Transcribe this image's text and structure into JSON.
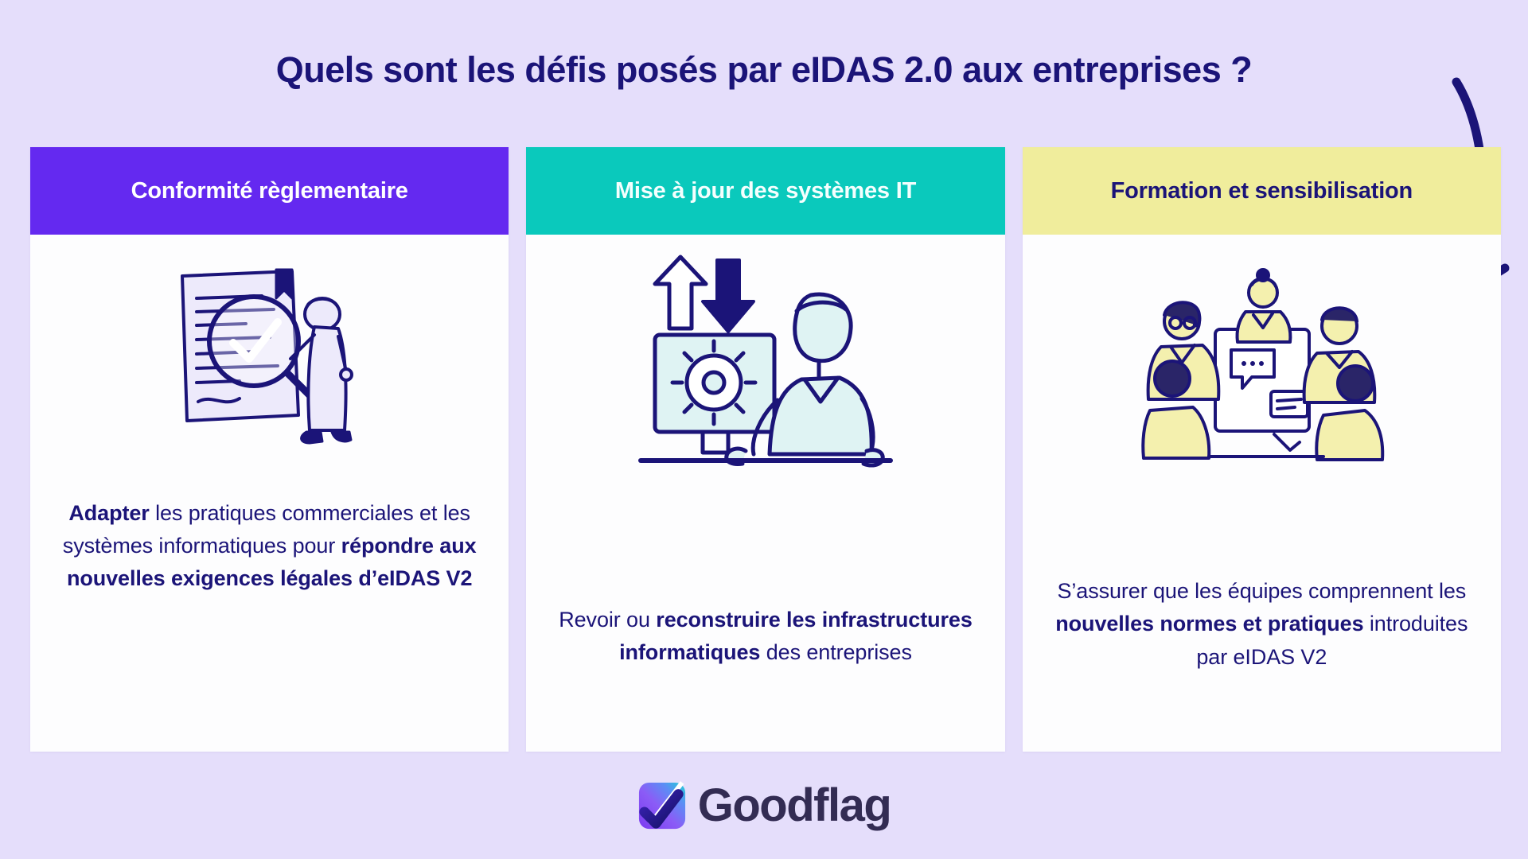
{
  "page": {
    "background_color": "#E5DEFB",
    "title": "Quels sont les défis posés par eIDAS 2.0 aux entreprises ?",
    "title_color": "#1B1478"
  },
  "decorations": {
    "arrow": {
      "name": "curved-down-arrow",
      "color": "#1B1478"
    }
  },
  "cards": [
    {
      "header": "Conformité règlementaire",
      "header_bg": "#6429F0",
      "header_text_color": "#FFFFFF",
      "illustration": "document-magnifier-person-illustration",
      "body": {
        "segments": [
          {
            "text": "Adapter",
            "bold": true
          },
          {
            "text": " les pratiques commerciales et les systèmes informatiques pour ",
            "bold": false
          },
          {
            "text": "répondre aux nouvelles exigences légales d’eIDAS V2",
            "bold": true
          }
        ],
        "plain": "Adapter les pratiques commerciales et les systèmes informatiques pour répondre aux nouvelles exigences légales d’eIDAS V2"
      }
    },
    {
      "header": "Mise à jour des systèmes IT",
      "header_bg": "#0AC9BC",
      "header_text_color": "#F4FFFE",
      "illustration": "monitor-gear-arrows-person-illustration",
      "body": {
        "segments": [
          {
            "text": "Revoir ou ",
            "bold": false
          },
          {
            "text": "reconstruire les infrastructures informatiques",
            "bold": true
          },
          {
            "text": " des entreprises",
            "bold": false
          }
        ],
        "plain": "Revoir ou reconstruire les infrastructures informatiques des entreprises"
      }
    },
    {
      "header": "Formation et sensibilisation",
      "header_bg": "#F0ED9C",
      "header_text_color": "#1B1478",
      "illustration": "team-training-group-illustration",
      "body": {
        "segments": [
          {
            "text": "S’assurer que les équipes comprennent les ",
            "bold": false
          },
          {
            "text": "nouvelles normes et pratiques",
            "bold": true
          },
          {
            "text": " introduites par eIDAS V2",
            "bold": false
          }
        ],
        "plain": "S’assurer que les équipes comprennent les nouvelles normes et pratiques introduites par eIDAS V2"
      }
    }
  ],
  "footer": {
    "logo_mark": "goodflag-check-logo",
    "brand": "Goodflag",
    "brand_color": "#332C53"
  }
}
